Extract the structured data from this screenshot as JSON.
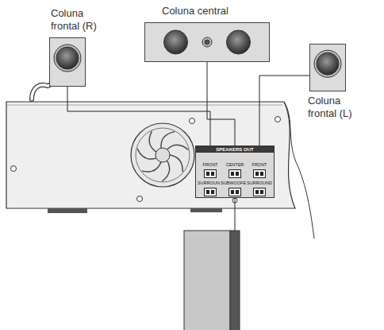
{
  "diagram": {
    "nodes": [
      {
        "text": [
          "Coluna frontal (R)"
        ]
      },
      {
        "text": [
          "Coluna central"
        ]
      },
      {
        "text": [
          "Coluna frontal (L)"
        ]
      },
      {
        "text": [
          "SPEAKERS OUT"
        ]
      },
      {
        "text": [
          "FRONT"
        ],
        "in": 3
      },
      {
        "text": [
          "CENTER"
        ],
        "in": 3
      },
      {
        "text": [
          "FRONT"
        ],
        "in": 3
      },
      {
        "text": [
          "SURROUND"
        ],
        "in": 3
      },
      {
        "text": [
          "SUBWOOFER"
        ],
        "in": 3
      },
      {
        "text": [
          "SURROUND"
        ],
        "in": 3
      }
    ],
    "edges": [
      {
        "from": 0,
        "to": 4,
        "arrow": "none"
      },
      {
        "from": 1,
        "to": 5,
        "arrow": "none"
      },
      {
        "from": 2,
        "to": 6,
        "arrow": "none"
      }
    ]
  }
}
